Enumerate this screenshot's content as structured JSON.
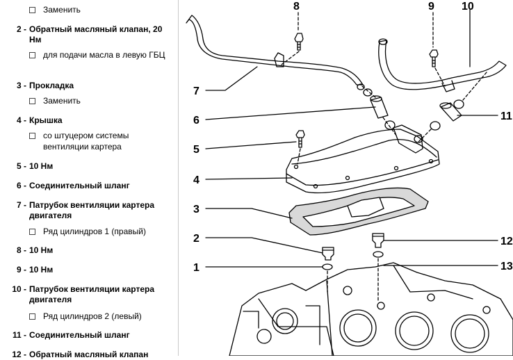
{
  "legend": {
    "top_sub": "Заменить",
    "items": [
      {
        "num": "2 -",
        "text": "Обратный масляный клапан, 20 Нм",
        "subs": [
          "для подачи масла в левую ГБЦ"
        ]
      },
      {
        "num": "3 -",
        "text": "Прокладка",
        "subs": [
          "Заменить"
        ]
      },
      {
        "num": "4 -",
        "text": "Крышка",
        "subs": [
          "со штуцером системы вентиляции картера"
        ]
      },
      {
        "num": "5 -",
        "text": "10 Нм",
        "subs": []
      },
      {
        "num": "6 -",
        "text": "Соединительный шланг",
        "subs": []
      },
      {
        "num": "7 -",
        "text": "Патрубок вентиляции картера двигателя",
        "subs": [
          "Ряд цилиндров 1 (правый)"
        ]
      },
      {
        "num": "8 -",
        "text": "10 Нм",
        "subs": []
      },
      {
        "num": "9 -",
        "text": "10 Нм",
        "subs": []
      },
      {
        "num": "10 -",
        "text": "Патрубок вентиляции картера двигателя",
        "subs": [
          "Ряд цилиндров 2 (левый)"
        ]
      },
      {
        "num": "11 -",
        "text": "Соединительный шланг",
        "subs": []
      },
      {
        "num": "12 -",
        "text": "Обратный масляный клапан",
        "subs": []
      }
    ]
  },
  "callouts": [
    "1",
    "2",
    "3",
    "4",
    "5",
    "6",
    "7",
    "8",
    "9",
    "10",
    "11",
    "12",
    "13"
  ]
}
